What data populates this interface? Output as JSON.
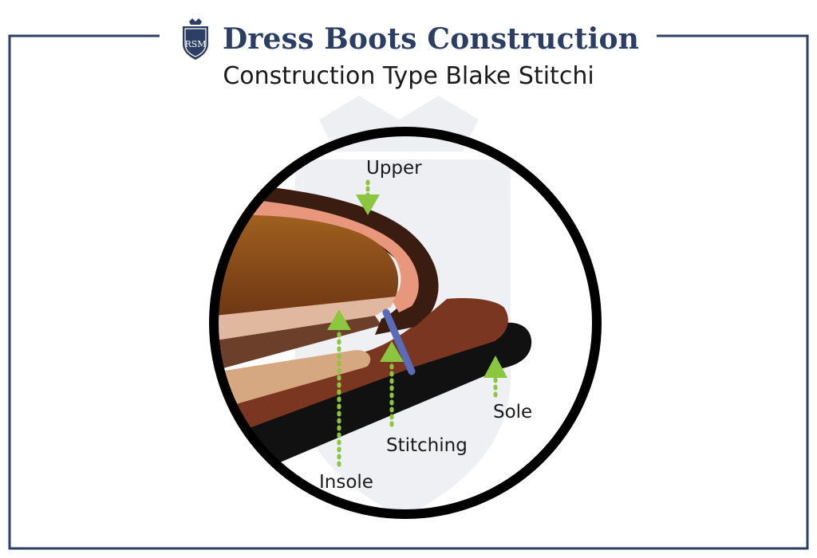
{
  "header": {
    "title": "Dress Boots Construction",
    "logo_text": "RSM"
  },
  "subtitle": "Construction Type Blake Stitchi",
  "labels": {
    "upper": "Upper",
    "insole": "Insole",
    "stitching": "Stitching",
    "sole": "Sole"
  },
  "colors": {
    "frame": "#2c3e63",
    "arrow": "#8cc63f",
    "stitch": "#5a6bb8",
    "upper_outer": "#3b1c10",
    "upper_lining": "#e8967c",
    "insole_top": "#e0b8a0",
    "insole_bottom": "#d6a882",
    "midsole": "#6b3f2a",
    "sole": "#7a3620",
    "outsole": "#111111",
    "inside": "#8a4a1c"
  }
}
